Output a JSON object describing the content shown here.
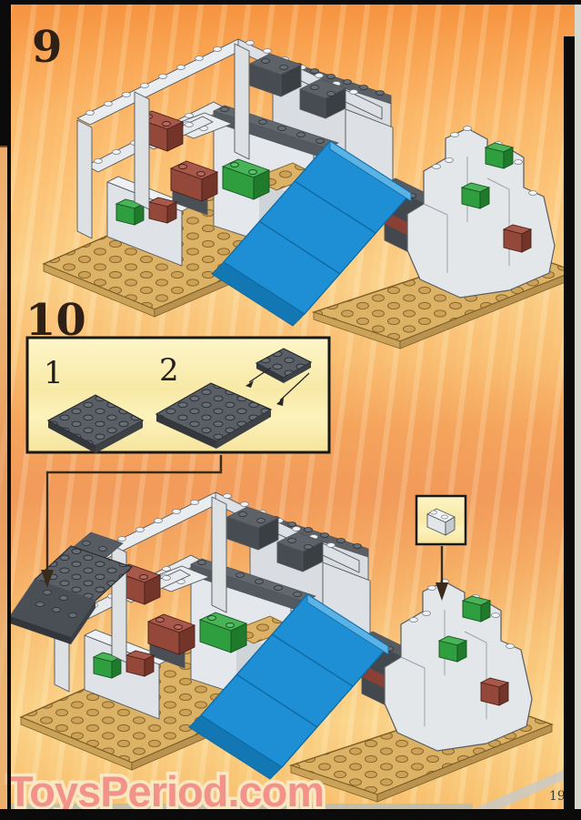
{
  "page": {
    "number": "19",
    "watermark": "ToysPeriod.com"
  },
  "steps": {
    "nine": {
      "label": "9",
      "illustration": "assembled-building-with-blue-ramp-and-rock-diagram"
    },
    "ten": {
      "label": "10",
      "substep_1": "1",
      "substep_2": "2",
      "inset_illustration": "dark-gray-plates-assembly",
      "callout_illustration": "light-gray-1x2-brick",
      "illustration": "building-with-dark-gray-ramp-added-diagram"
    }
  },
  "palette": {
    "background_orange": "#f5913e",
    "background_pale": "#fbd48c",
    "baseplate_tan": "#d9ae62",
    "brick_light_gray": "#e4e8ec",
    "brick_dark_gray": "#565b61",
    "brick_green": "#2f9e3f",
    "brick_brown": "#94483a",
    "ramp_blue": "#1e8fd4",
    "box_cream": "#fbf0b8",
    "watermark_pink": "#f2918a",
    "border_black": "#0b0b0b"
  }
}
